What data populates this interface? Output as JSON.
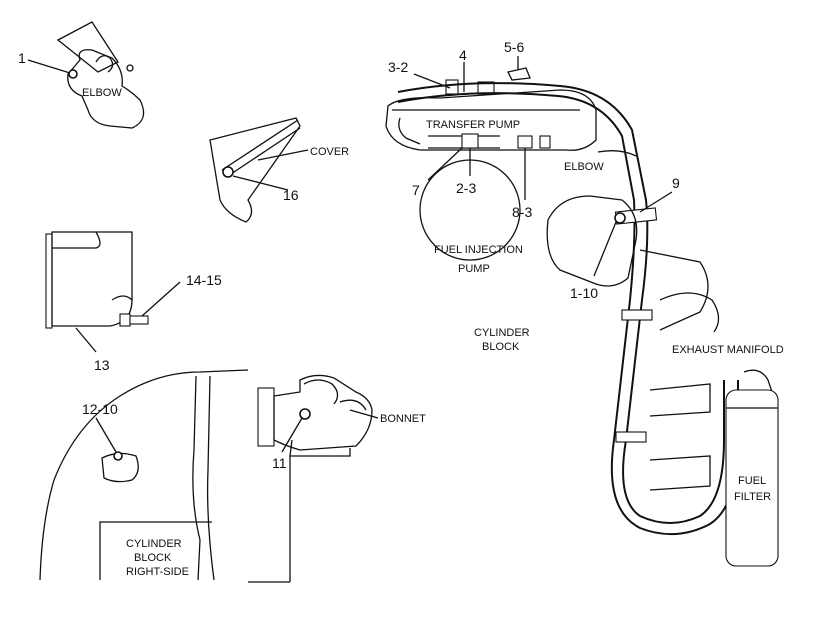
{
  "labels": {
    "elbow_top": "ELBOW",
    "cover": "COVER",
    "transfer_pump": "TRANSFER PUMP",
    "elbow_right": "ELBOW",
    "fuel_injection": "FUEL INJECTION",
    "pump": "PUMP",
    "cylinder_block": "CYLINDER",
    "cylinder_block_2": "BLOCK",
    "exhaust_manifold": "EXHAUST MANIFOLD",
    "bonnet": "BONNET",
    "fuel": "FUEL",
    "filter": "FILTER",
    "cyl_rs_1": "CYLINDER",
    "cyl_rs_2": "BLOCK",
    "cyl_rs_3": "RIGHT-SIDE"
  },
  "callouts": {
    "c1": "1",
    "c3_2": "3-2",
    "c4": "4",
    "c5_6": "5-6",
    "c16": "16",
    "c7": "7",
    "c2_3": "2-3",
    "c8_3": "8-3",
    "c9": "9",
    "c1_10": "1-10",
    "c14_15": "14-15",
    "c13": "13",
    "c12_10": "12-10",
    "c11": "11"
  }
}
